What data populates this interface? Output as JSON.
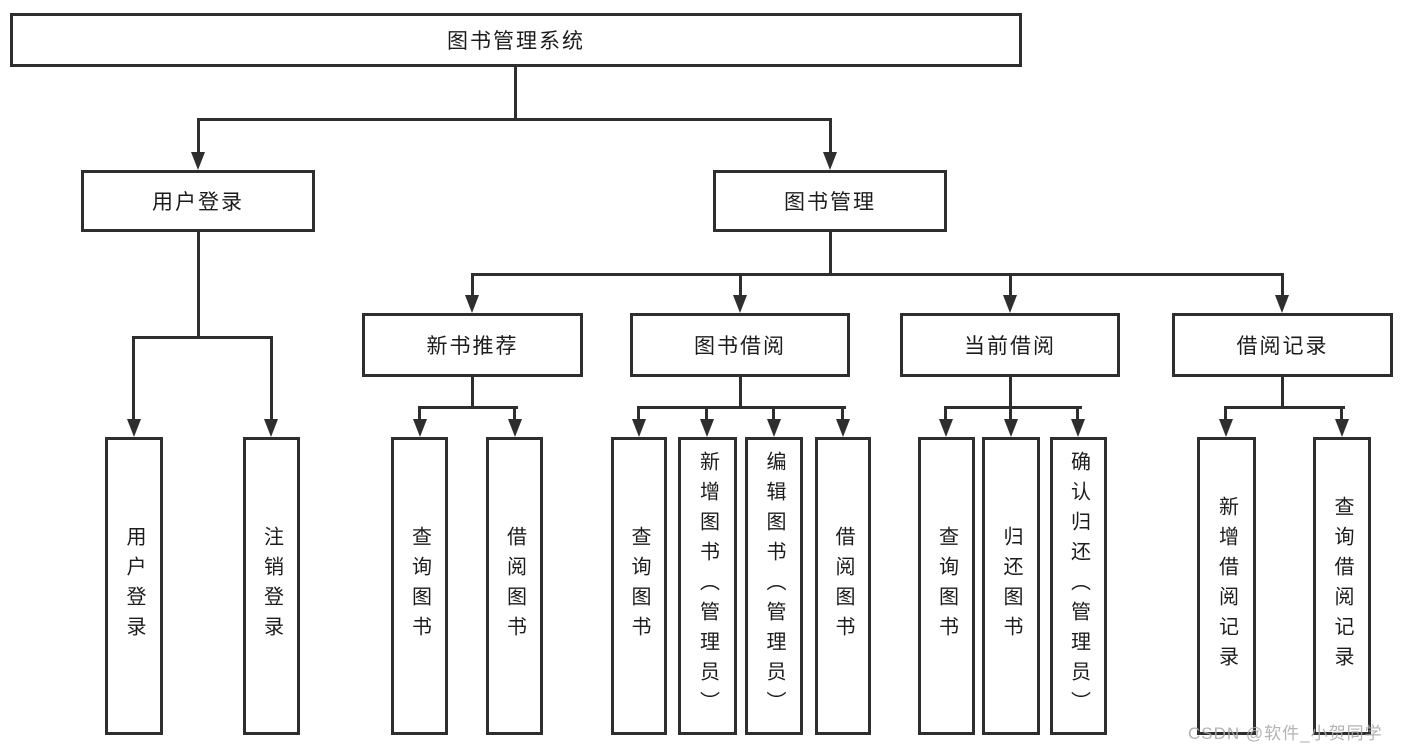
{
  "colors": {
    "background": "#ffffff",
    "line": "#2e2e2e",
    "text": "#1c1c1c",
    "watermark": "#ababab"
  },
  "root": {
    "label": "图书管理系统"
  },
  "level2": {
    "user_login": {
      "label": "用户登录"
    },
    "book_management": {
      "label": "图书管理"
    }
  },
  "level3": {
    "new_book_recommend": {
      "label": "新书推荐"
    },
    "book_borrow": {
      "label": "图书借阅"
    },
    "current_borrow": {
      "label": "当前借阅"
    },
    "borrow_records": {
      "label": "借阅记录"
    }
  },
  "leaves": {
    "user_login_children": [
      "用户登录",
      "注销登录"
    ],
    "new_book_recommend_children": [
      "查询图书",
      "借阅图书"
    ],
    "book_borrow_children": [
      "查询图书",
      "新增图书（管理员）",
      "编辑图书（管理员）",
      "借阅图书"
    ],
    "current_borrow_children": [
      "查询图书",
      "归还图书",
      "确认归还（管理员）"
    ],
    "borrow_records_children": [
      "新增借阅记录",
      "查询借阅记录"
    ]
  },
  "watermark": "CSDN @软件_小贺同学"
}
